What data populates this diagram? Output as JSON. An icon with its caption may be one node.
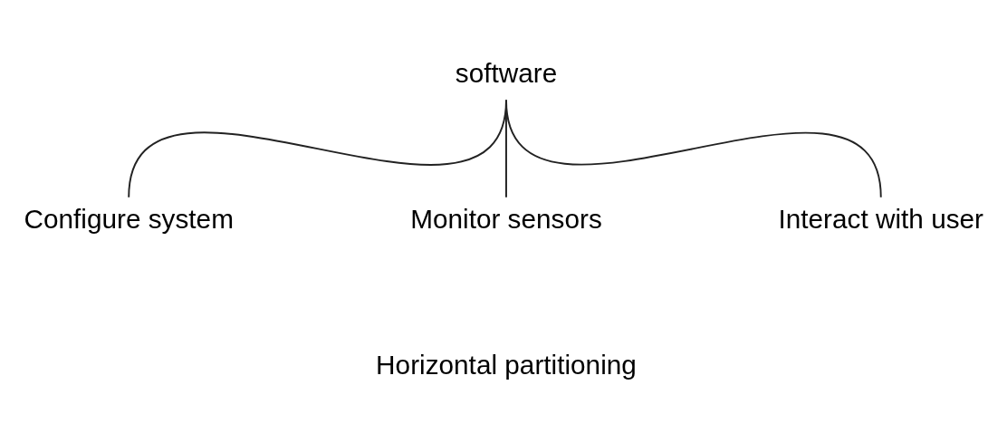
{
  "diagram": {
    "nodes": [
      {
        "text": [
          "software"
        ]
      },
      {
        "text": [
          "Configure system"
        ]
      },
      {
        "text": [
          "Monitor sensors"
        ]
      },
      {
        "text": [
          "Interact with user"
        ]
      }
    ],
    "edges": [
      {
        "from": 0,
        "to": 1,
        "arrow": "none"
      },
      {
        "from": 0,
        "to": 2,
        "arrow": "none"
      },
      {
        "from": 0,
        "to": 3,
        "arrow": "none"
      }
    ],
    "labels": [
      "Horizontal partitioning"
    ]
  }
}
